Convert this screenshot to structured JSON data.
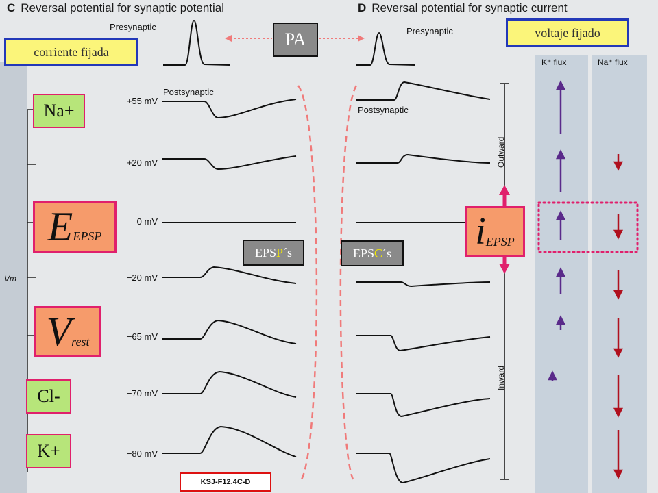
{
  "panel_c": {
    "letter": "C",
    "title": "Reversal potential for synaptic potential"
  },
  "panel_d": {
    "letter": "D",
    "title": "Reversal potential for synaptic current"
  },
  "labels": {
    "presynaptic": "Presynaptic",
    "postsynaptic": "Postsynaptic",
    "vm": "Vm",
    "outward": "Outward",
    "inward": "Inward",
    "k_flux": "K⁺ flux",
    "na_flux": "Na⁺ flux"
  },
  "voltages": [
    "+55 mV",
    "+20 mV",
    "0 mV",
    "−20 mV",
    "−65 mV",
    "−70 mV",
    "−80 mV"
  ],
  "overlays": {
    "corriente_fijada": "corriente fijada",
    "voltaje_fijado": "voltaje fijado",
    "pa": "PA",
    "na": "Na+",
    "cl": "Cl-",
    "k": "K+",
    "e_epsp_main": "E",
    "e_epsp_sub": "EPSP",
    "v_rest_main": "V",
    "v_rest_sub": "rest",
    "i_epsp_main": "i",
    "i_epsp_sub": "EPSP",
    "epsps_a": "EPS",
    "epsps_b": "P",
    "epsps_c": "´s",
    "epscs_a": "EPS",
    "epscs_b": "C",
    "epscs_c": "´s",
    "citation": "KSJ-F12.4C-D"
  },
  "colors": {
    "k_arrow": "#5a2a8a",
    "na_arrow": "#b0101e",
    "highlight": "#e0206c",
    "box_border_blue": "#2338b8"
  }
}
